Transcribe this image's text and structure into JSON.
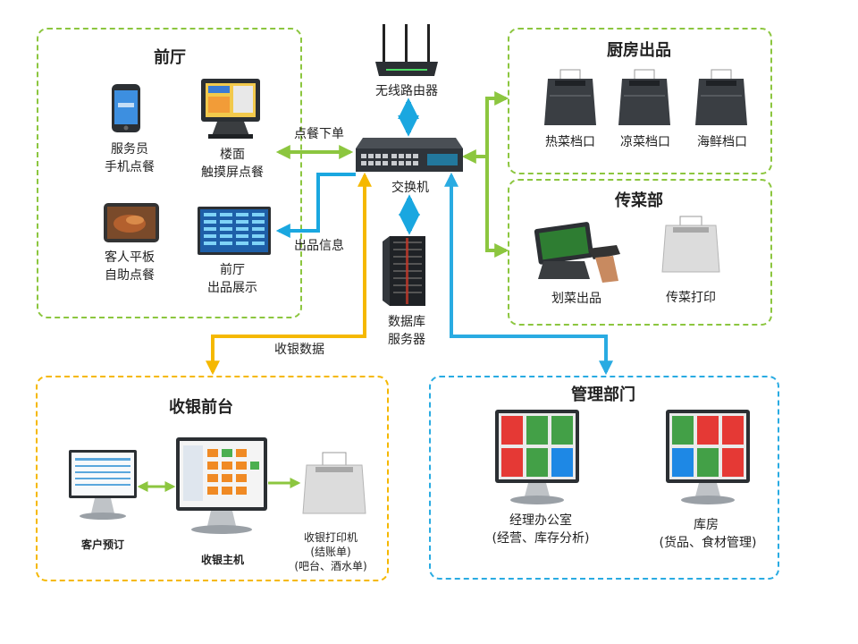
{
  "colors": {
    "green": "#8cc63f",
    "blue": "#1aa7e0",
    "gold": "#f5b800",
    "sky": "#29abe2",
    "dark": "#2b2f33"
  },
  "front_hall": {
    "title": "前厅",
    "waiter": [
      "服务员",
      "手机点餐"
    ],
    "touch": [
      "楼面",
      "触摸屏点餐"
    ],
    "tablet": [
      "客人平板",
      "自助点餐"
    ],
    "display": [
      "前厅",
      "出品展示"
    ]
  },
  "router": {
    "label": "无线路由器"
  },
  "switch": {
    "label": "交换机"
  },
  "database": {
    "label": [
      "数据库",
      "服务器"
    ]
  },
  "flows": {
    "order": "点餐下单",
    "dish_info": "出品信息",
    "cash_data": "收银数据"
  },
  "kitchen": {
    "title": "厨房出品",
    "printers": [
      "热菜档口",
      "凉菜档口",
      "海鲜档口"
    ]
  },
  "serving": {
    "title": "传菜部",
    "scan": "划菜出品",
    "print": "传菜打印"
  },
  "cashier": {
    "title": "收银前台",
    "reserve": "客户预订",
    "host": "收银主机",
    "printer": [
      "收银打印机",
      "(结账单)",
      "(吧台、酒水单)"
    ]
  },
  "management": {
    "title": "管理部门",
    "manager": [
      "经理办公室",
      "(经营、库存分析)"
    ],
    "storage": [
      "库房",
      "(货品、食材管理)"
    ]
  },
  "icons": [
    "phone-icon",
    "pos-terminal-icon",
    "tablet-icon",
    "monitor-icon",
    "router-icon",
    "switch-icon",
    "server-icon",
    "receipt-printer-icon",
    "scanner-icon",
    "dashboard-monitor-icon"
  ]
}
